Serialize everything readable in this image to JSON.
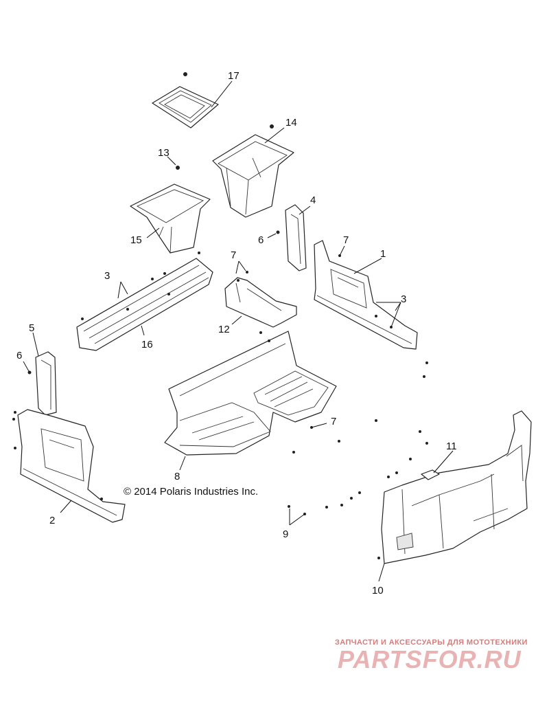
{
  "copyright": "© 2014 Polaris Industries Inc.",
  "watermark": {
    "subtitle": "ЗАПЧАСТИ И АКСЕССУАРЫ ДЛЯ МОТОТЕХНИКИ",
    "brand": "PARTSFOR.RU"
  },
  "callouts": {
    "c17": "17",
    "c14": "14",
    "c13": "13",
    "c15": "15",
    "c4": "4",
    "c6a": "6",
    "c7a": "7",
    "c1": "1",
    "c3a": "3",
    "c7b": "7",
    "c3b": "3",
    "c12": "12",
    "c16": "16",
    "c5": "5",
    "c6b": "6",
    "c7c": "7",
    "c11": "11",
    "c8": "8",
    "c2": "2",
    "c9": "9",
    "c10": "10"
  }
}
